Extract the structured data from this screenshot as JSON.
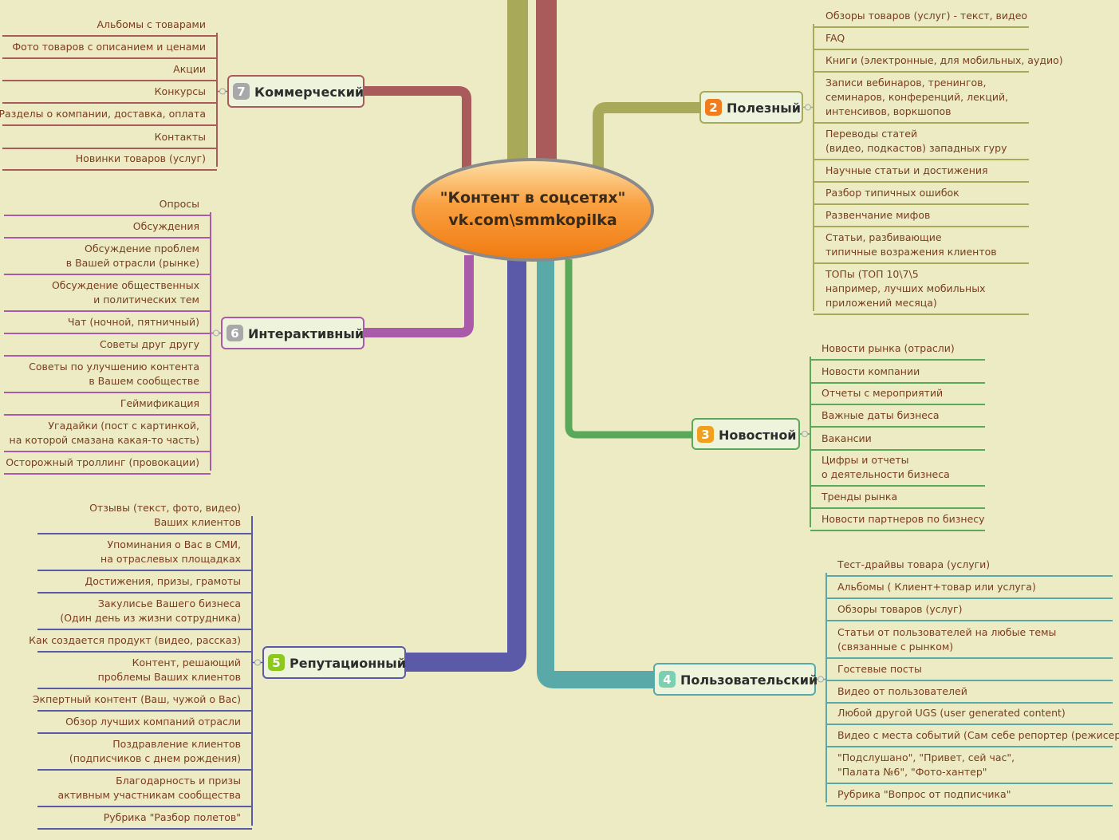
{
  "central": {
    "line1": "\"Контент в соцсетях\"",
    "line2": "vk.com\\smmkopilka"
  },
  "branches": [
    {
      "id": "useful",
      "number": "2",
      "label": "Полезный",
      "color": "#a9a95a",
      "badge": "#f07c1e",
      "items": [
        [
          "Обзоры товаров (услуг) - текст, видео"
        ],
        [
          "FAQ"
        ],
        [
          "Книги (электронные, для мобильных, аудио)"
        ],
        [
          "Записи вебинаров, тренингов,",
          "семинаров, конференций, лекций,",
          "интенсивов, воркшопов"
        ],
        [
          "Переводы статей",
          "(видео, подкастов) западных гуру"
        ],
        [
          "Научные статьи и достижения"
        ],
        [
          "Разбор типичных ошибок"
        ],
        [
          "Развенчание мифов"
        ],
        [
          "Статьи, разбивающие",
          "типичные возражения клиентов"
        ],
        [
          "ТОПы (ТОП 10\\7\\5",
          "например, лучших мобильных",
          "приложений месяца)"
        ]
      ]
    },
    {
      "id": "news",
      "number": "3",
      "label": "Новостной",
      "color": "#5aa95a",
      "badge": "#f0a01e",
      "items": [
        [
          "Новости рынка (отрасли)"
        ],
        [
          "Новости компании"
        ],
        [
          "Отчеты с мероприятий"
        ],
        [
          "Важные даты бизнеса"
        ],
        [
          "Вакансии"
        ],
        [
          "Цифры и отчеты",
          "о деятельности бизнеса"
        ],
        [
          "Тренды рынка"
        ],
        [
          "Новости партнеров по бизнесу"
        ]
      ]
    },
    {
      "id": "user",
      "number": "4",
      "label": "Пользовательский",
      "color": "#5aa9a9",
      "badge": "#7ad0b0",
      "items": [
        [
          "Тест-драйвы товара (услуги)"
        ],
        [
          "Альбомы ( Клиент+товар или услуга)"
        ],
        [
          "Обзоры товаров (услуг)"
        ],
        [
          "Статьи от пользователей на любые темы",
          "(связанные с рынком)"
        ],
        [
          "Гостевые посты"
        ],
        [
          "Видео от пользователей"
        ],
        [
          "Любой другой UGS (user generated content)"
        ],
        [
          "Видео  с места событий (Сам себе репортер (режисер))"
        ],
        [
          "\"Подслушано\", \"Привет, сей час\",",
          "\"Палата №6\", \"Фото-хантер\""
        ],
        [
          "Рубрика \"Вопрос от подписчика\""
        ]
      ]
    },
    {
      "id": "reputation",
      "number": "5",
      "label": "Репутационный",
      "color": "#5a5aa9",
      "badge": "#8cc81e",
      "items": [
        [
          "Отзывы (текст, фото, видео)",
          "Ваших клиентов"
        ],
        [
          "Упоминания о Вас в СМИ,",
          "на отраслевых площадках"
        ],
        [
          "Достижения, призы, грамоты"
        ],
        [
          "Закулисье Вашего бизнеса",
          "(Один день из жизни сотрудника)"
        ],
        [
          "Как создается продукт (видео, рассказ)"
        ],
        [
          "Контент, решающий",
          "проблемы Ваших клиентов"
        ],
        [
          "Экпертный контент (Ваш, чужой о Вас)"
        ],
        [
          "Обзор лучших компаний отрасли"
        ],
        [
          "Поздравление клиентов",
          "(подписчиков с днем рождения)"
        ],
        [
          "Благодарность и призы",
          "активным участникам сообщества"
        ],
        [
          "Рубрика \"Разбор полетов\""
        ]
      ]
    },
    {
      "id": "interactive",
      "number": "6",
      "label": "Интерактивный",
      "color": "#a95aa9",
      "badge": "#a8a8a8",
      "items": [
        [
          "Опросы"
        ],
        [
          "Обсуждения"
        ],
        [
          "Обсуждение проблем",
          "в Вашей отрасли (рынке)"
        ],
        [
          "Обсуждение общественных",
          "и политических тем"
        ],
        [
          "Чат (ночной, пятничный)"
        ],
        [
          "Советы друг другу"
        ],
        [
          "Советы по улучшению контента",
          "в Вашем сообществе"
        ],
        [
          "Геймификация"
        ],
        [
          "Угадайки (пост с картинкой,",
          "на которой смазана какая-то часть)"
        ],
        [
          "Осторожный троллинг (провокации)"
        ]
      ]
    },
    {
      "id": "commercial",
      "number": "7",
      "label": "Коммерческий",
      "color": "#a95a5a",
      "badge": "#a8a8a8",
      "items": [
        [
          "Альбомы с товарами"
        ],
        [
          "Фото товаров с описанием и ценами"
        ],
        [
          "Акции"
        ],
        [
          "Конкурсы"
        ],
        [
          "Разделы о компании, доставка, оплата"
        ],
        [
          "Контакты"
        ],
        [
          "Новинки товаров (услуг)"
        ]
      ]
    }
  ]
}
